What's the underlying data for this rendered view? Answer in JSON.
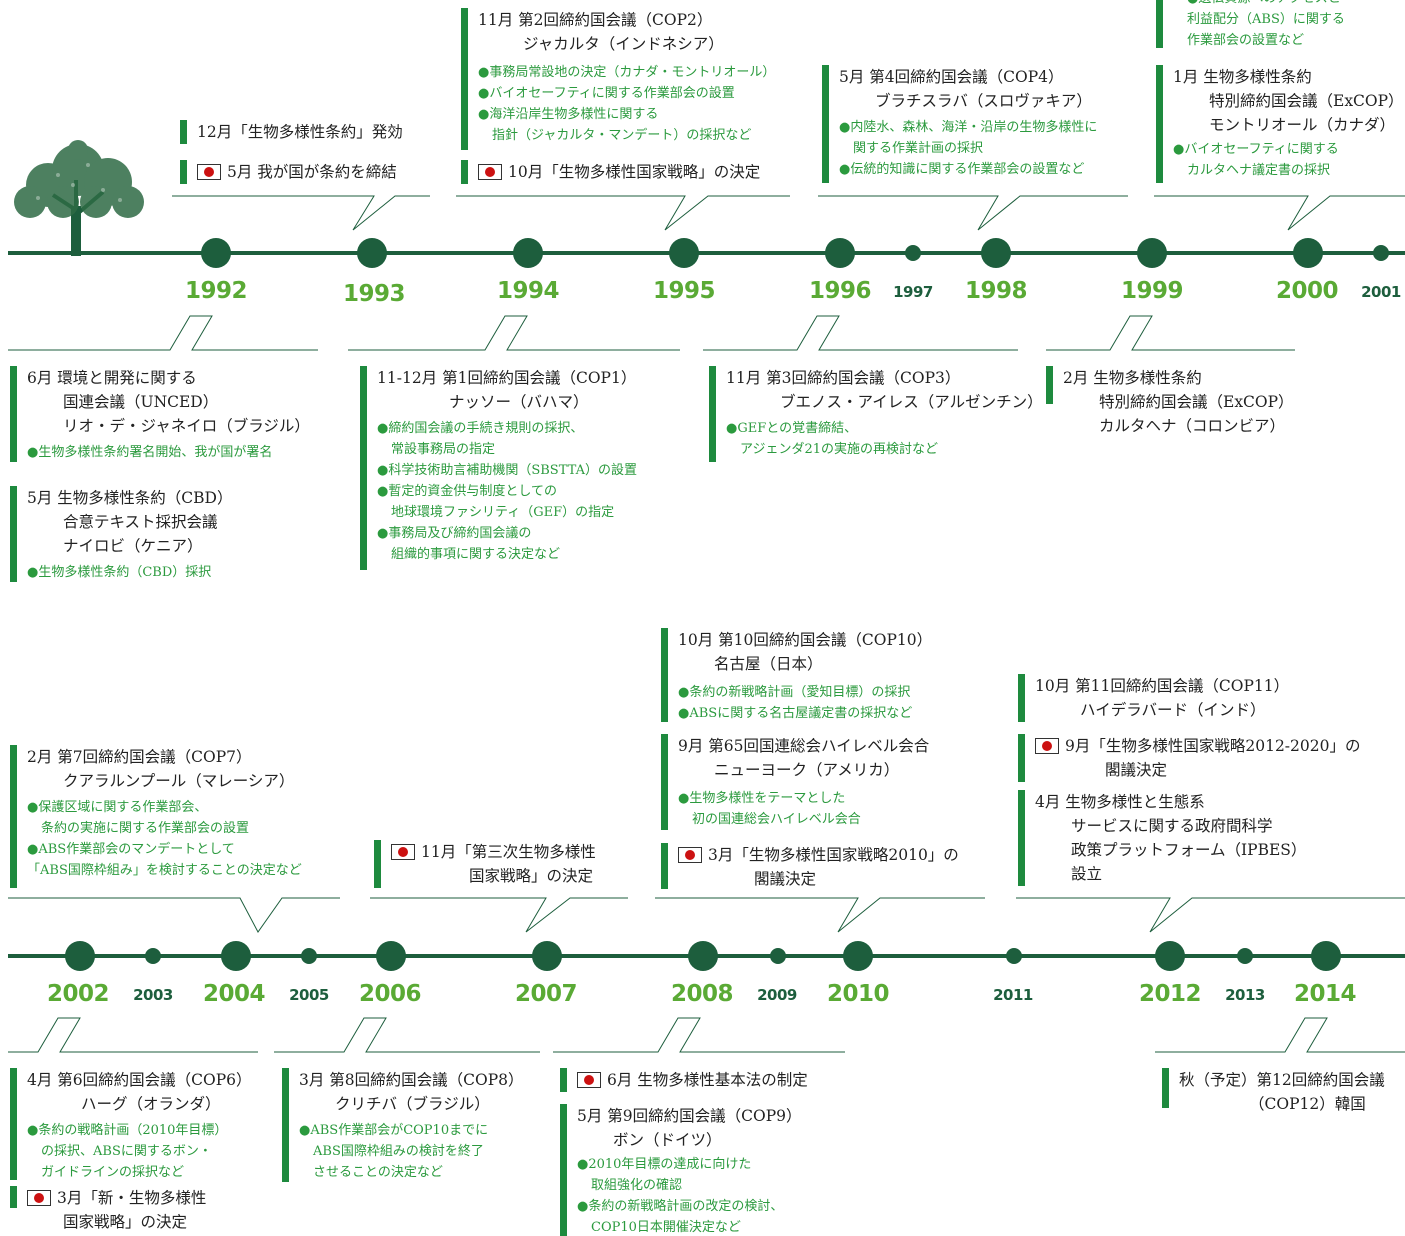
{
  "colors": {
    "axis": "#1d5e3d",
    "year_major": "#5aaa35",
    "year_minor": "#1d5e3d",
    "bar": "#1e8a3e",
    "bullet": "#2b9a3e",
    "flag_red": "#cc1111"
  },
  "icons": {
    "tree": "tree-icon",
    "japan_flag": "japan-flag-icon"
  },
  "years_top": [
    "1992",
    "1993",
    "1994",
    "1995",
    "1996",
    "1997",
    "1998",
    "1999",
    "2000",
    "2001"
  ],
  "years_bottom": [
    "2002",
    "2003",
    "2004",
    "2005",
    "2006",
    "2007",
    "2008",
    "2009",
    "2010",
    "2011",
    "2012",
    "2013",
    "2014"
  ],
  "top_above": {
    "y1993": {
      "l1": "12月「生物多様性条約」発効",
      "l2": "5月 我が国が条約を締結"
    },
    "y1995": {
      "t1": "11月 第2回締約国会議（COP2）",
      "t2": "ジャカルタ（インドネシア）",
      "g1": "●事務局常設地の決定（カナダ・モントリオール）",
      "g2": "●バイオセーフティに関する作業部会の設置",
      "g3": "●海洋沿岸生物多様性に関する",
      "g4": "指針（ジャカルタ・マンデート）の採択など",
      "jp": "10月「生物多様性国家戦略」の決定"
    },
    "y1998": {
      "t1": "5月 第4回締約国会議（COP4）",
      "t2": "ブラチスラバ（スロヴァキア）",
      "g1": "●内陸水、森林、海洋・沿岸の生物多様性に",
      "g2": "関する作業計画の採択",
      "g3": "●伝統的知識に関する作業部会の設置など"
    },
    "y2000": {
      "g0": "●遺伝資源へのアクセスと",
      "g1": "利益配分（ABS）に関する",
      "g2": "作業部会の設置など",
      "t1": "1月 生物多様性条約",
      "t2": "特別締約国会議（ExCOP）",
      "t3": "モントリオール（カナダ）",
      "g3": "●バイオセーフティに関する",
      "g4": "カルタヘナ議定書の採択"
    }
  },
  "top_below": {
    "y1992": {
      "a1": "6月 環境と開発に関する",
      "a2": "国連会議（UNCED）",
      "a3": "リオ・デ・ジャネイロ（ブラジル）",
      "ag": "●生物多様性条約署名開始、我が国が署名",
      "b1": "5月 生物多様性条約（CBD）",
      "b2": "合意テキスト採択会議",
      "b3": "ナイロビ（ケニア）",
      "bg": "●生物多様性条約（CBD）採択"
    },
    "y1994": {
      "t1": "11-12月 第1回締約国会議（COP1）",
      "t2": "ナッソー（バハマ）",
      "g1": "●締約国会議の手続き規則の採択、",
      "g2": "常設事務局の指定",
      "g3": "●科学技術助言補助機関（SBSTTA）の設置",
      "g4": "●暫定的資金供与制度としての",
      "g5": "地球環境ファシリティ（GEF）の指定",
      "g6": "●事務局及び締約国会議の",
      "g7": "組織的事項に関する決定など"
    },
    "y1996": {
      "t1": "11月 第3回締約国会議（COP3）",
      "t2": "ブエノス・アイレス（アルゼンチン）",
      "g1": "●GEFとの覚書締結、",
      "g2": "アジェンダ21の実施の再検討など"
    },
    "y1999": {
      "t1": "2月 生物多様性条約",
      "t2": "特別締約国会議（ExCOP）",
      "t3": "カルタヘナ（コロンビア）"
    }
  },
  "bottom_above": {
    "y2004": {
      "t1": "2月 第7回締約国会議（COP7）",
      "t2": "クアラルンプール（マレーシア）",
      "g1": "●保護区域に関する作業部会、",
      "g2": "条約の実施に関する作業部会の設置",
      "g3": "●ABS作業部会のマンデートとして",
      "g4": "「ABS国際枠組み」を検討することの決定など"
    },
    "y2007": {
      "jp1": "11月「第三次生物多様性",
      "jp2": "国家戦略」の決定"
    },
    "y2010": {
      "t1": "10月 第10回締約国会議（COP10）",
      "t2": "名古屋（日本）",
      "g1": "●条約の新戦略計画（愛知目標）の採択",
      "g2": "●ABSに関する名古屋議定書の採択など",
      "u1": "9月 第65回国連総会ハイレベル会合",
      "u2": "ニューヨーク（アメリカ）",
      "ug1": "●生物多様性をテーマとした",
      "ug2": "初の国連総会ハイレベル会合",
      "jp1": "3月「生物多様性国家戦略2010」の",
      "jp2": "閣議決定"
    },
    "y2012": {
      "t1": "10月 第11回締約国会議（COP11）",
      "t2": "ハイデラバード（インド）",
      "jp1": "9月「生物多様性国家戦略2012-2020」の",
      "jp2": "閣議決定",
      "p1": "4月 生物多様性と生態系",
      "p2": "サービスに関する政府間科学",
      "p3": "政策プラットフォーム（IPBES）",
      "p4": "設立"
    }
  },
  "bottom_below": {
    "y2002": {
      "t1": "4月 第6回締約国会議（COP6）",
      "t2": "ハーグ（オランダ）",
      "g1": "●条約の戦略計画（2010年目標）",
      "g2": "の採択、ABSに関するボン・",
      "g3": "ガイドラインの採択など",
      "jp1": "3月「新・生物多様性",
      "jp2": "国家戦略」の決定"
    },
    "y2006": {
      "t1": "3月 第8回締約国会議（COP8）",
      "t2": "クリチバ（ブラジル）",
      "g1": "●ABS作業部会がCOP10までに",
      "g2": "ABS国際枠組みの検討を終了",
      "g3": "させることの決定など"
    },
    "y2008": {
      "jp": "6月 生物多様性基本法の制定",
      "t1": "5月 第9回締約国会議（COP9）",
      "t2": "ボン（ドイツ）",
      "g1": "●2010年目標の達成に向けた",
      "g2": "取組強化の確認",
      "g3": "●条約の新戦略計画の改定の検討、",
      "g4": "COP10日本開催決定など"
    },
    "y2014": {
      "t1": "秋（予定）第12回締約国会議",
      "t2": "（COP12）韓国"
    }
  }
}
